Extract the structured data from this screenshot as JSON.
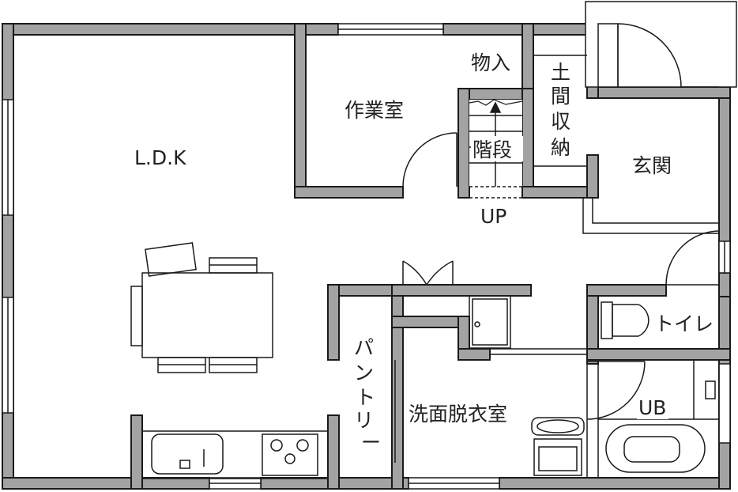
{
  "rooms": {
    "ldk": "L.D.K",
    "workroom": "作業室",
    "storage": "物入",
    "stairs": "階段",
    "up": "UP",
    "doma_storage": [
      "土",
      "間",
      "収",
      "納"
    ],
    "entrance": "玄関",
    "toilet": "トイレ",
    "pantry": [
      "パ",
      "ン",
      "ト",
      "リ",
      "ー"
    ],
    "washroom": "洗面脱衣室",
    "bath": "UB"
  },
  "colors": {
    "wall": "#a3a3a3",
    "line": "#1a1a1a",
    "background": "#ffffff"
  }
}
